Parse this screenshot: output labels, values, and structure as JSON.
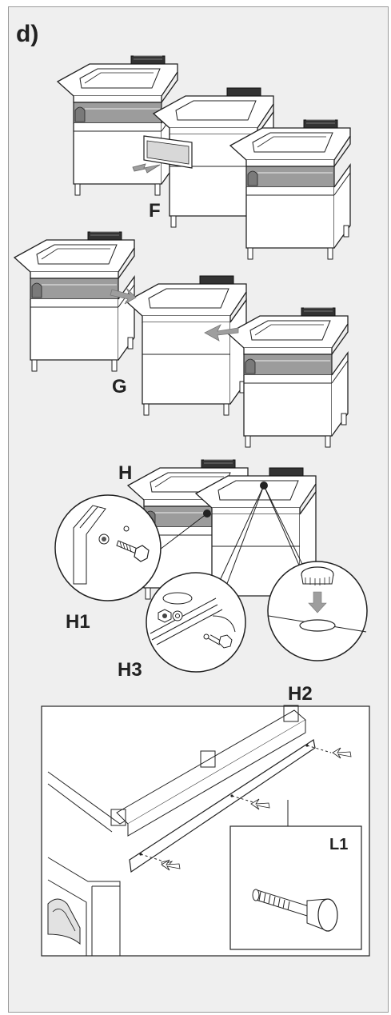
{
  "section": {
    "label": "d)"
  },
  "steps": {
    "f": "F",
    "g": "G",
    "h": "H",
    "h1": "H1",
    "h2": "H2",
    "h3": "H3",
    "l1": "L1"
  },
  "colors": {
    "sheet_bg": "#efefef",
    "panel_bg": "#ffffff",
    "line": "#222222",
    "handle_gray": "#9c9c9c",
    "arrow_gray": "#9e9e9e"
  }
}
